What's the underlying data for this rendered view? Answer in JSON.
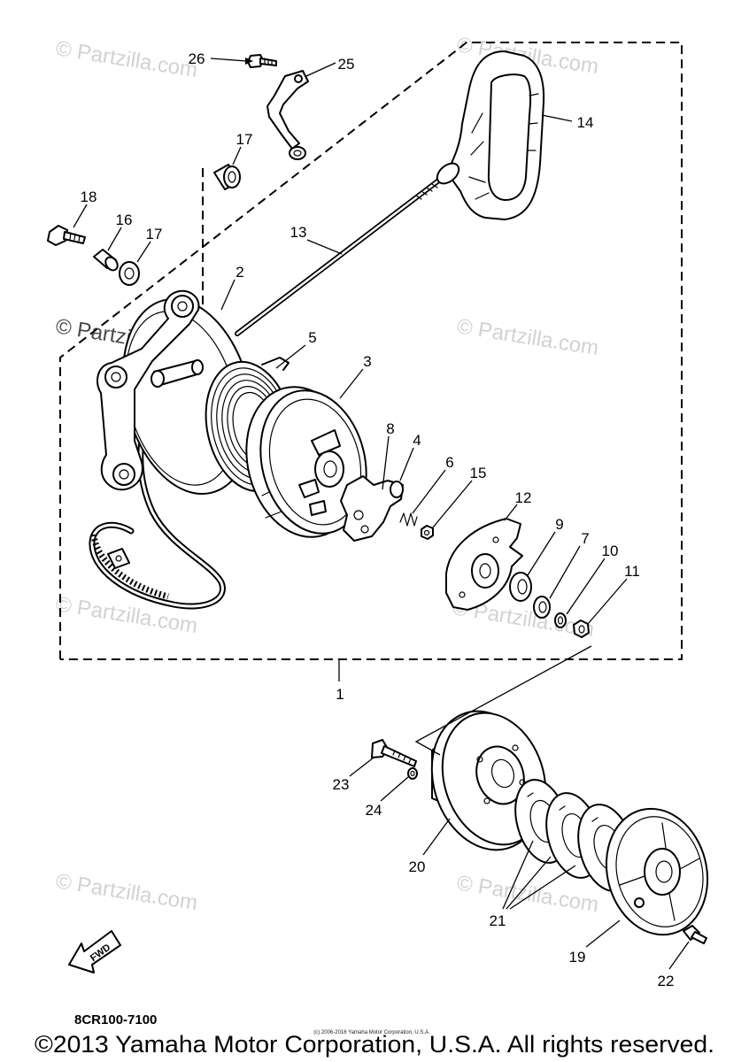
{
  "diagram": {
    "code": "8CR100-7100",
    "fwd_label": "FWD",
    "copyright": "©2013 Yamaha Motor Corporation, U.S.A. All rights reserved.",
    "small_credit": "(c) 2006-2016 Yamaha Motor Corporation, U.S.A.",
    "watermark": "© Partzilla.com"
  },
  "callouts": [
    "26",
    "25",
    "17",
    "14",
    "18",
    "16",
    "17",
    "13",
    "2",
    "5",
    "3",
    "8",
    "4",
    "6",
    "15",
    "12",
    "9",
    "7",
    "10",
    "11",
    "1",
    "23",
    "24",
    "20",
    "21",
    "19",
    "22"
  ]
}
